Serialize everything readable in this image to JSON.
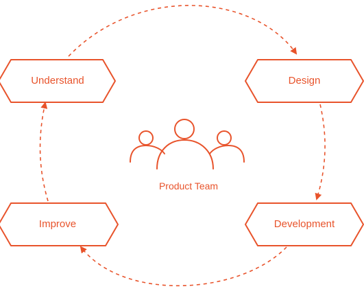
{
  "colors": {
    "accent": "#e8532b",
    "background": "#ffffff"
  },
  "nodes": [
    {
      "id": "understand",
      "label": "Understand"
    },
    {
      "id": "design",
      "label": "Design"
    },
    {
      "id": "development",
      "label": "Development"
    },
    {
      "id": "improve",
      "label": "Improve"
    }
  ],
  "center": {
    "icon": "people-group-icon",
    "label": "Product Team"
  },
  "cycle": [
    {
      "from": "understand",
      "to": "design"
    },
    {
      "from": "design",
      "to": "development"
    },
    {
      "from": "development",
      "to": "improve"
    },
    {
      "from": "improve",
      "to": "understand"
    }
  ]
}
